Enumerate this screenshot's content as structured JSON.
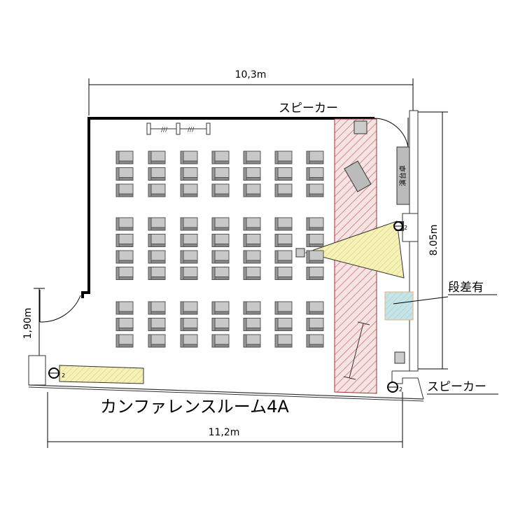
{
  "dimensions": {
    "top": "10,3m",
    "bottom": "11,2m",
    "right": "8.05m",
    "left": "1,90m"
  },
  "labels": {
    "speaker_top": "スピーカー",
    "speaker_bottom": "スピーカー",
    "level_difference": "段差有",
    "lectern": "演台卓",
    "small_marks": [
      "2",
      "2",
      "2"
    ]
  },
  "title": "カンファレンスルーム4A",
  "colors": {
    "wall": "#000000",
    "line": "#333333",
    "hatch": "#d98a8a",
    "hatch_fill": "#f6e3e3",
    "projection": "#f2f0a8",
    "level_diff": "#a8dbe0",
    "chair_fill": "#c8c8c8",
    "chair_stroke": "#555555"
  },
  "seating": {
    "columns": 7,
    "blocks": [
      {
        "rows": 3
      },
      {
        "rows": 4
      },
      {
        "rows": 3
      }
    ]
  }
}
